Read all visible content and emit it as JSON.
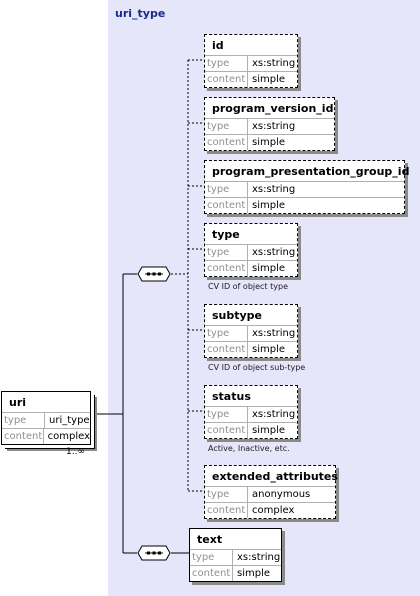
{
  "complex_type": {
    "title": "uri_type"
  },
  "root": {
    "name": "uri",
    "type_key": "type",
    "type_value": "uri_type",
    "content_key": "content",
    "content_value": "complex",
    "occurs": "1..∞"
  },
  "attributes": [
    {
      "name": "id",
      "type_key": "type",
      "type_value": "xs:string",
      "content_key": "content",
      "content_value": "simple",
      "doc": ""
    },
    {
      "name": "program_version_id",
      "type_key": "type",
      "type_value": "xs:string",
      "content_key": "content",
      "content_value": "simple",
      "doc": ""
    },
    {
      "name": "program_presentation_group_id",
      "type_key": "type",
      "type_value": "xs:string",
      "content_key": "content",
      "content_value": "simple",
      "doc": ""
    },
    {
      "name": "type",
      "type_key": "type",
      "type_value": "xs:string",
      "content_key": "content",
      "content_value": "simple",
      "doc": "CV ID of object type"
    },
    {
      "name": "subtype",
      "type_key": "type",
      "type_value": "xs:string",
      "content_key": "content",
      "content_value": "simple",
      "doc": "CV ID of object sub-type"
    },
    {
      "name": "status",
      "type_key": "type",
      "type_value": "xs:string",
      "content_key": "content",
      "content_value": "simple",
      "doc": "Active, Inactive, etc."
    },
    {
      "name": "extended_attributes",
      "type_key": "type",
      "type_value": "anonymous",
      "content_key": "content",
      "content_value": "complex",
      "doc": ""
    }
  ],
  "text_element": {
    "name": "text",
    "type_key": "type",
    "type_value": "xs:string",
    "content_key": "content",
    "content_value": "simple"
  }
}
